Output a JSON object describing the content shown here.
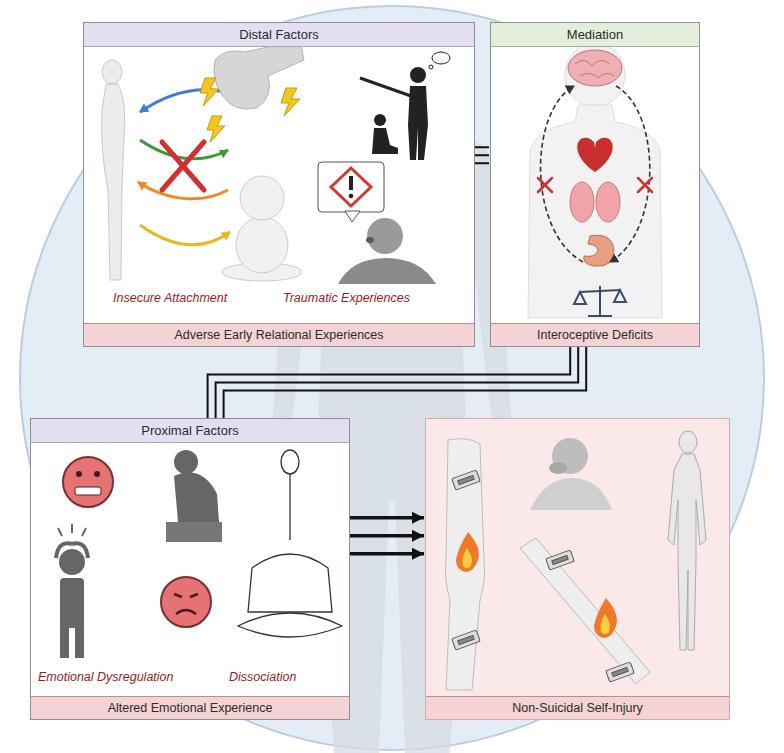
{
  "diagram": {
    "nodes": [
      {
        "text": [
          "Distal Factors",
          "Adverse Early Relational Experiences"
        ]
      },
      {
        "text": [
          "Mediation",
          "Interoceptive Deficits"
        ]
      },
      {
        "text": [
          "Proximal Factors",
          "Altered Emotional Experience"
        ]
      },
      {
        "text": [
          "Non-Suicidal Self-Injury"
        ]
      }
    ],
    "edges": [
      {
        "from": 0,
        "to": 1,
        "arrow": "none"
      },
      {
        "from": 1,
        "to": 2,
        "arrow": "none"
      },
      {
        "from": 2,
        "to": 3,
        "arrow": "to"
      }
    ],
    "labels": [
      "Insecure Attachment",
      "Traumatic Experiences",
      "Emotional Dysregulation",
      "Dissociation"
    ]
  }
}
